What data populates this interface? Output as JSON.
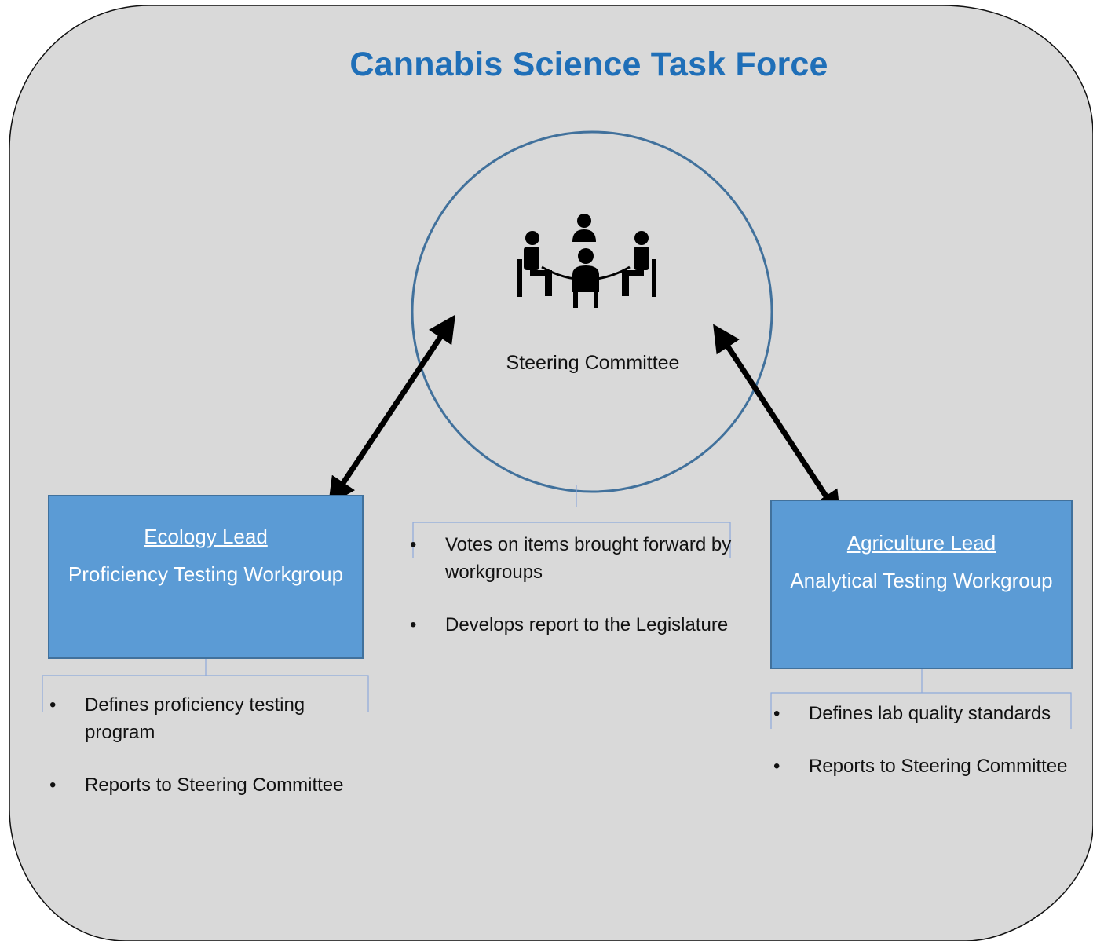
{
  "title": "Cannabis Science Task Force",
  "steering": {
    "label": "Steering Committee",
    "icon": "meeting-table-icon",
    "bullets": [
      "Votes on items brought forward by workgroups",
      "Develops report to the Legislature"
    ]
  },
  "ecology": {
    "lead": "Ecology Lead",
    "workgroup": "Proficiency Testing Workgroup",
    "bullets": [
      "Defines proficiency testing program",
      "Reports to Steering Committee"
    ]
  },
  "agriculture": {
    "lead": "Agriculture Lead",
    "workgroup": "Analytical Testing Workgroup",
    "bullets": [
      "Defines lab quality standards",
      "Reports to Steering Committee"
    ]
  },
  "bullet_char": "•",
  "colors": {
    "background": "#d9d9d9",
    "title": "#1f6fb8",
    "box_fill": "#5b9bd5",
    "box_border": "#41719c",
    "circle_stroke": "#41719c",
    "arrow": "#000000"
  }
}
